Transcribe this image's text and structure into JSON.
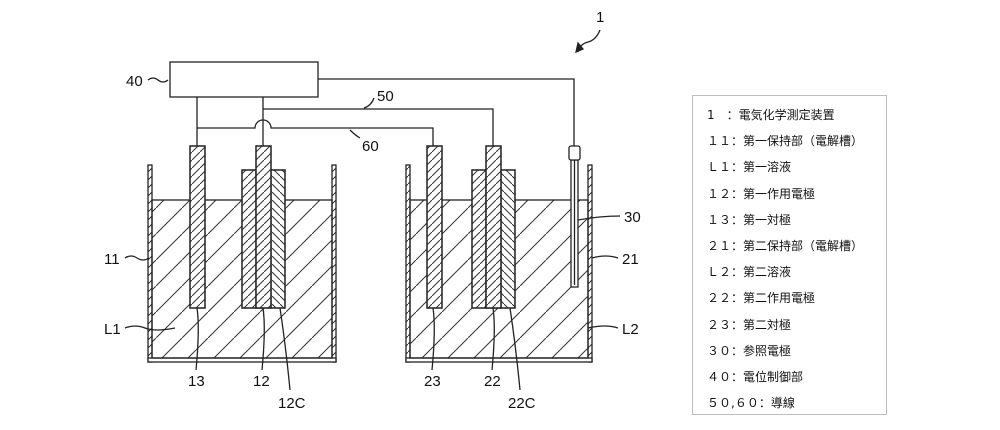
{
  "figure": {
    "labels": {
      "device": "1",
      "controller": "40",
      "lead50": "50",
      "lead60": "60",
      "holder1": "11",
      "solution1": "L1",
      "counter1": "13",
      "work1": "12",
      "coat1": "12C",
      "ref": "30",
      "holder2": "21",
      "solution2": "L2",
      "counter2": "23",
      "work2": "22",
      "coat2": "22C"
    }
  },
  "legend": {
    "items": [
      "1　：電気化学測定装置",
      "１１：第一保持部（電解槽）",
      "Ｌ１：第一溶液",
      "１２：第一作用電極",
      "１３：第一対極",
      "２１：第二保持部（電解槽）",
      "Ｌ２：第二溶液",
      "２２：第二作用電極",
      "２３：第二対極",
      "３０：参照電極",
      "４０：電位制御部",
      "５０,６０：導線"
    ]
  }
}
